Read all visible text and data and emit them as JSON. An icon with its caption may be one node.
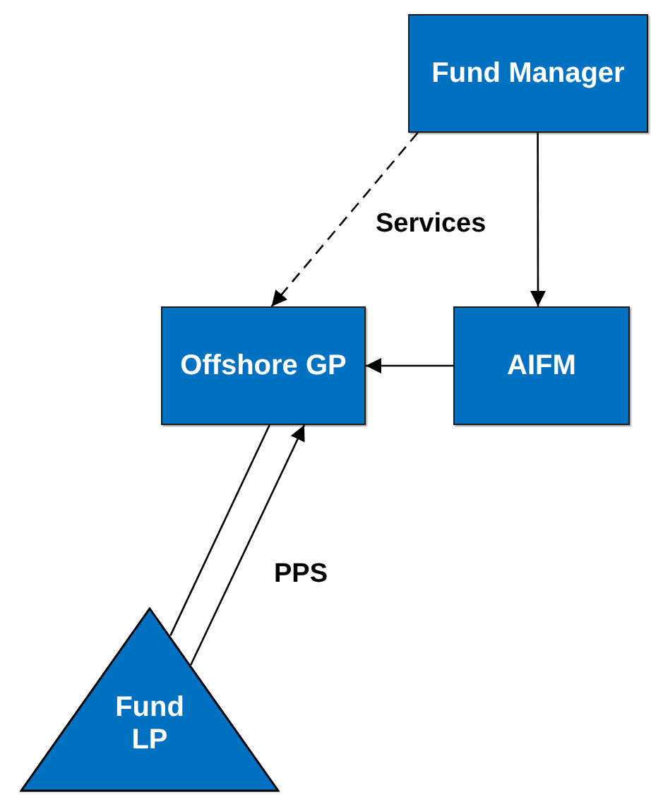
{
  "diagram": {
    "nodes": [
      {
        "text": [
          "Fund Manager"
        ]
      },
      {
        "text": [
          "Offshore GP"
        ]
      },
      {
        "text": [
          "AIFM"
        ]
      },
      {
        "text": [
          "Fund LP"
        ]
      }
    ],
    "edges": [
      {
        "from": 0,
        "to": 1,
        "arrow": "to",
        "style": "dashed"
      },
      {
        "from": 0,
        "to": 2,
        "arrow": "to"
      },
      {
        "from": 2,
        "to": 1,
        "arrow": "to"
      },
      {
        "from": 1,
        "to": 3,
        "arrow": "none"
      },
      {
        "from": 3,
        "to": 1,
        "arrow": "to"
      }
    ],
    "labels": [
      "Services",
      "PPS"
    ]
  }
}
